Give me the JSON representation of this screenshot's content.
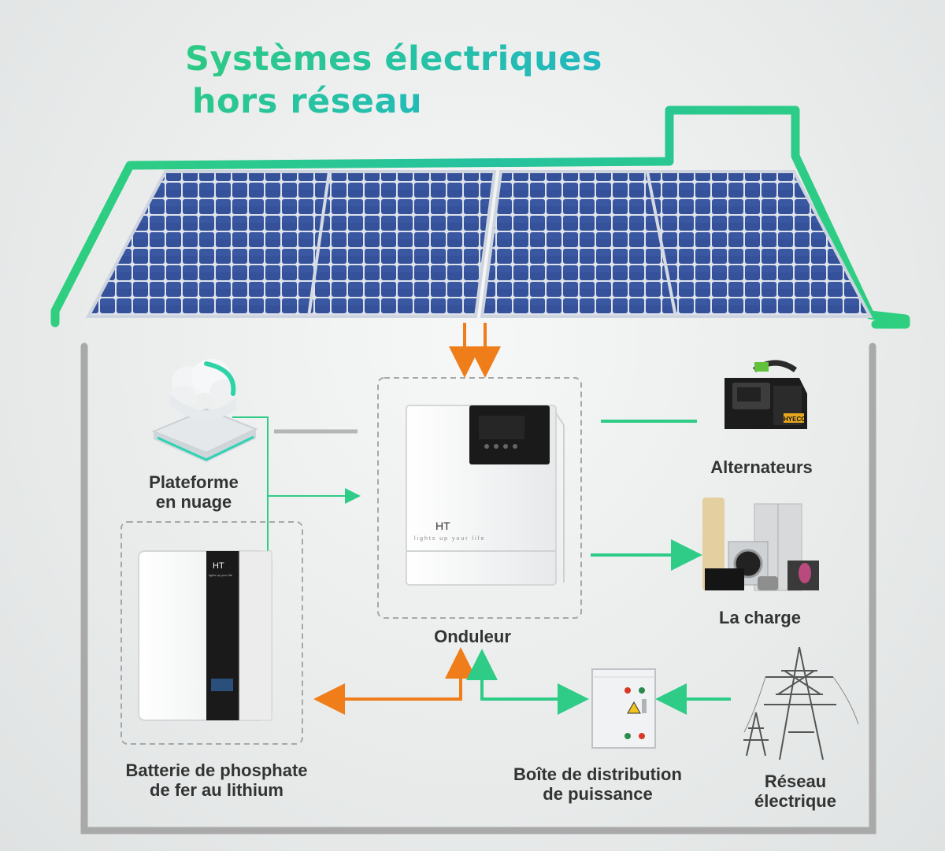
{
  "title": {
    "line1": "Systèmes électriques",
    "line2": "hors réseau"
  },
  "labels": {
    "cloud": [
      "Plateforme",
      "en nuage"
    ],
    "inverter": "Onduleur",
    "generators": "Alternateurs",
    "load": "La charge",
    "battery": [
      "Batterie de phosphate",
      "de fer au lithium"
    ],
    "distribution": [
      "Boîte de distribution",
      "de puissance"
    ],
    "grid": [
      "Réseau",
      "électrique"
    ]
  },
  "device_text": {
    "inverter_brand": "HT",
    "inverter_tagline": "lights up your life",
    "battery_brand": "HT",
    "battery_tagline": "lights up your life",
    "generator_brand": "HYECO"
  },
  "colors": {
    "house_outline": "#2ecc87",
    "wall_outline": "#a9a9a9",
    "orange_arrow": "#ef7d1a",
    "green_arrow": "#2ecc87",
    "grey_link": "#b5b5b5",
    "panel_cell": "#2f4a92",
    "title_start": "#2ecc7a",
    "title_end": "#1fb3c9"
  }
}
